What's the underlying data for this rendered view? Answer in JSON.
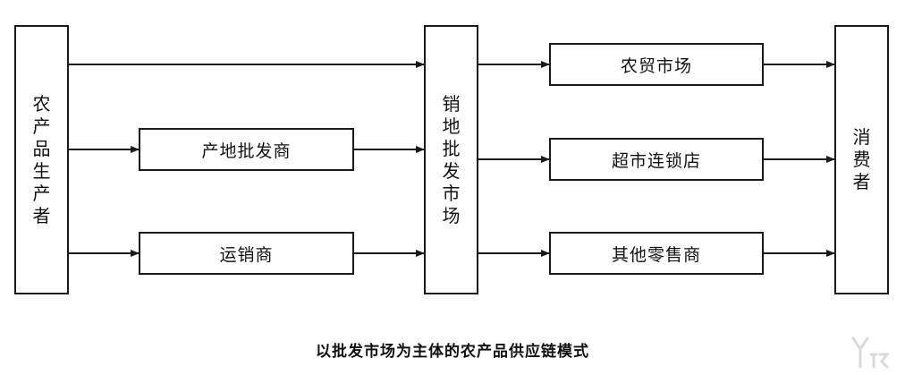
{
  "nodes": {
    "producer": "农产品生产者",
    "origin_wholesaler": "产地批发商",
    "distributor": "运销商",
    "wholesale_market": "销地批发市场",
    "farmers_market": "农贸市场",
    "supermarket": "超市连锁店",
    "other_retailers": "其他零售商",
    "consumer": "消费者"
  },
  "caption": "以批发市场为主体的农产品供应链模式",
  "edges": [
    {
      "from": "producer",
      "to": "wholesale_market"
    },
    {
      "from": "producer",
      "to": "origin_wholesaler"
    },
    {
      "from": "producer",
      "to": "distributor"
    },
    {
      "from": "origin_wholesaler",
      "to": "wholesale_market"
    },
    {
      "from": "distributor",
      "to": "wholesale_market"
    },
    {
      "from": "wholesale_market",
      "to": "farmers_market"
    },
    {
      "from": "wholesale_market",
      "to": "supermarket"
    },
    {
      "from": "wholesale_market",
      "to": "other_retailers"
    },
    {
      "from": "farmers_market",
      "to": "consumer"
    },
    {
      "from": "supermarket",
      "to": "consumer"
    },
    {
      "from": "other_retailers",
      "to": "consumer"
    }
  ],
  "colors": {
    "line": "#1a1a1a",
    "watermark": "#d9d9d9"
  },
  "icons": {
    "watermark": "logo-watermark-icon"
  }
}
